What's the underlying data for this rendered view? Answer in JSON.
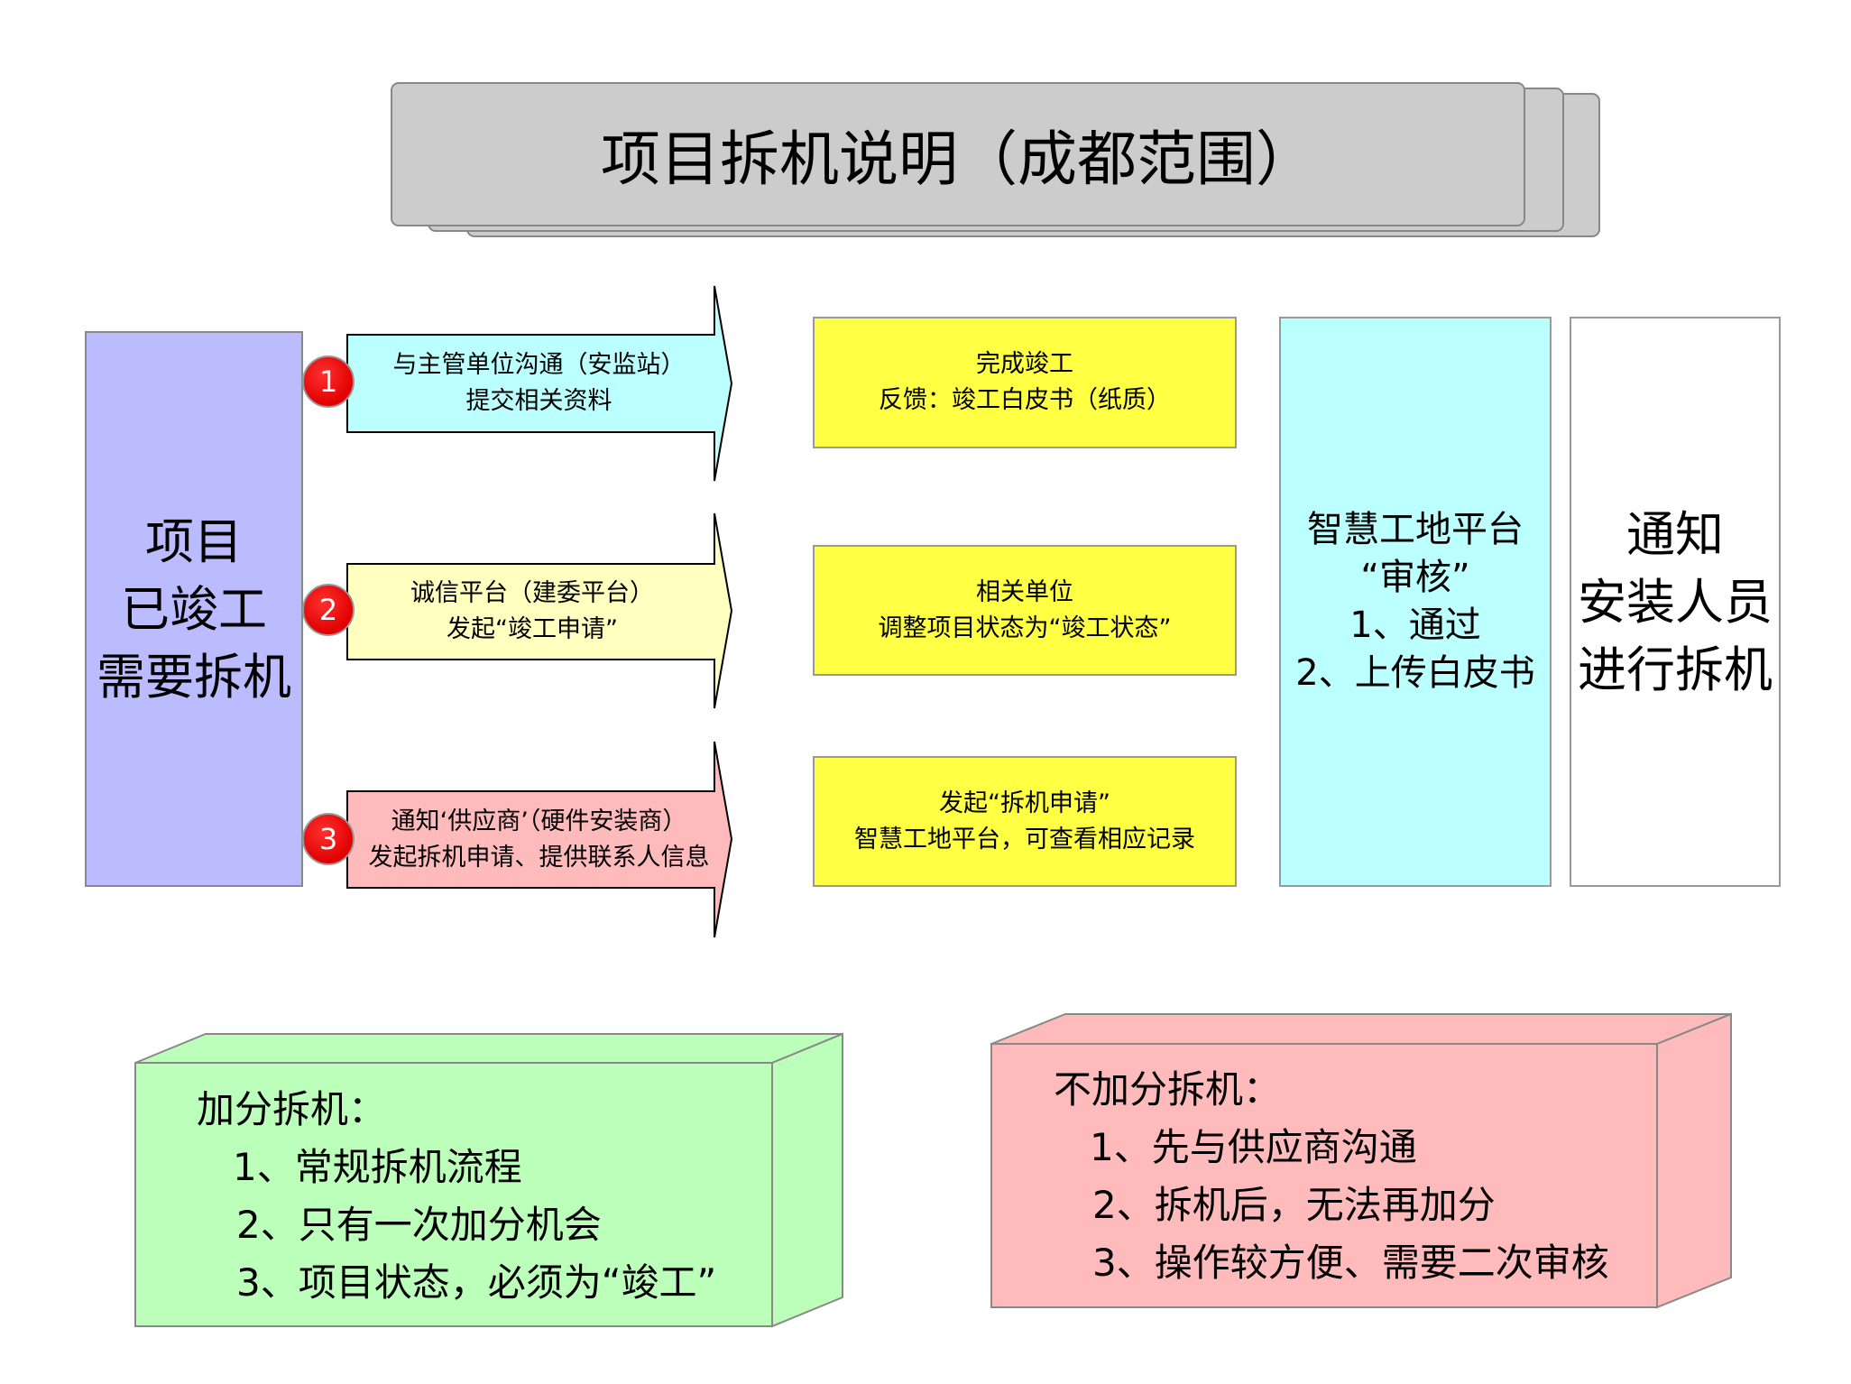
{
  "title": "项目拆机说明（成都范围）",
  "left_box": {
    "lines": [
      "项目",
      "已竣工",
      "需要拆机"
    ],
    "color": "#bbbbff"
  },
  "steps": [
    {
      "number": "1",
      "lines": [
        "与主管单位沟通（安监站）",
        "提交相关资料"
      ],
      "color": "#bbffff",
      "result": [
        "完成竣工",
        "反馈：竣工白皮书（纸质）"
      ]
    },
    {
      "number": "2",
      "lines": [
        "诚信平台（建委平台）",
        "发起“竣工申请”"
      ],
      "color": "#ffffc0",
      "result": [
        "相关单位",
        "调整项目状态为“竣工状态”"
      ]
    },
    {
      "number": "3",
      "lines": [
        "通知‘供应商’（硬件安装商）",
        "发起拆机申请、提供联系人信息"
      ],
      "color": "#ffbbbb",
      "result": [
        "发起“拆机申请”",
        "智慧工地平台，可查看相应记录"
      ]
    }
  ],
  "review_box": {
    "lines": [
      "智慧工地平台",
      "“审核”",
      "1、通过",
      "2、上传白皮书"
    ],
    "color": "#bbffff"
  },
  "notify_box": {
    "lines": [
      "通知",
      "安装人员",
      "进行拆机"
    ]
  },
  "bonus_box": {
    "title": "加分拆机：",
    "items": [
      "1、常规拆机流程",
      "2、只有一次加分机会",
      "3、项目状态，必须为“竣工”"
    ],
    "color": "#bbffbb"
  },
  "no_bonus_box": {
    "title": "不加分拆机：",
    "items": [
      "1、先与供应商沟通",
      "2、拆机后，无法再加分",
      "3、操作较方便、需要二次审核"
    ],
    "color": "#ffbbbb"
  }
}
